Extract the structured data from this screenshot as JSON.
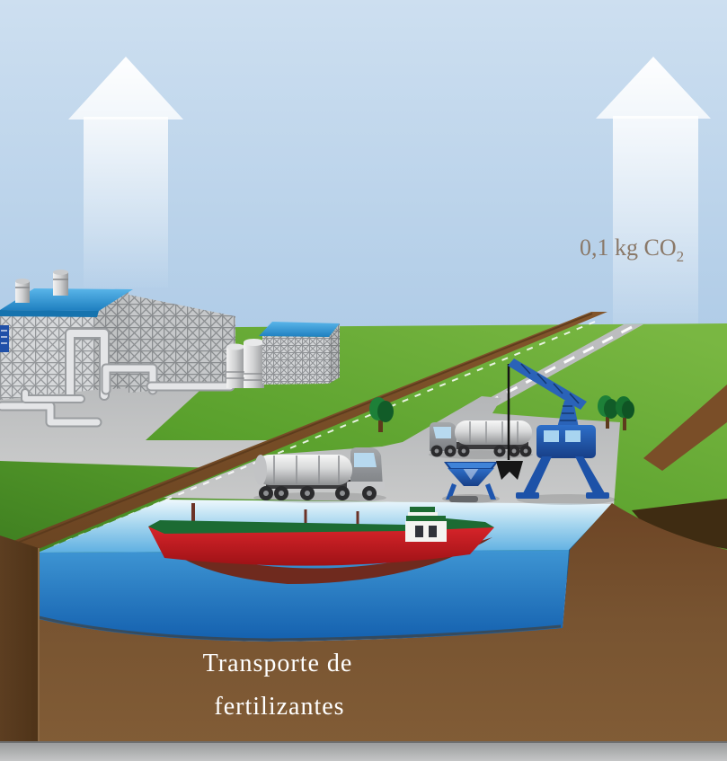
{
  "scene": {
    "type": "illustration-diagram",
    "topic": "CO2 emissions from fertilizer transport",
    "co2_label": {
      "text": "0,1 kg CO",
      "subscript": "2"
    },
    "caption": {
      "line1": "Transporte de",
      "line2": "fertilizantes"
    },
    "colors": {
      "sky_top": "#cadcee",
      "sky_bottom": "#b2cde7",
      "grass": "#5ea02e",
      "dirt_path": "#7a4e28",
      "quay_concrete": "#b9babc",
      "water_front": "#2b82c8",
      "earth": "#74512d",
      "ship_hull": "#c8181f",
      "crane_blue": "#1f55a8",
      "roof_blue": "#2e96d4",
      "label_brown": "#8a7868",
      "caption_white": "#ffffff"
    }
  }
}
